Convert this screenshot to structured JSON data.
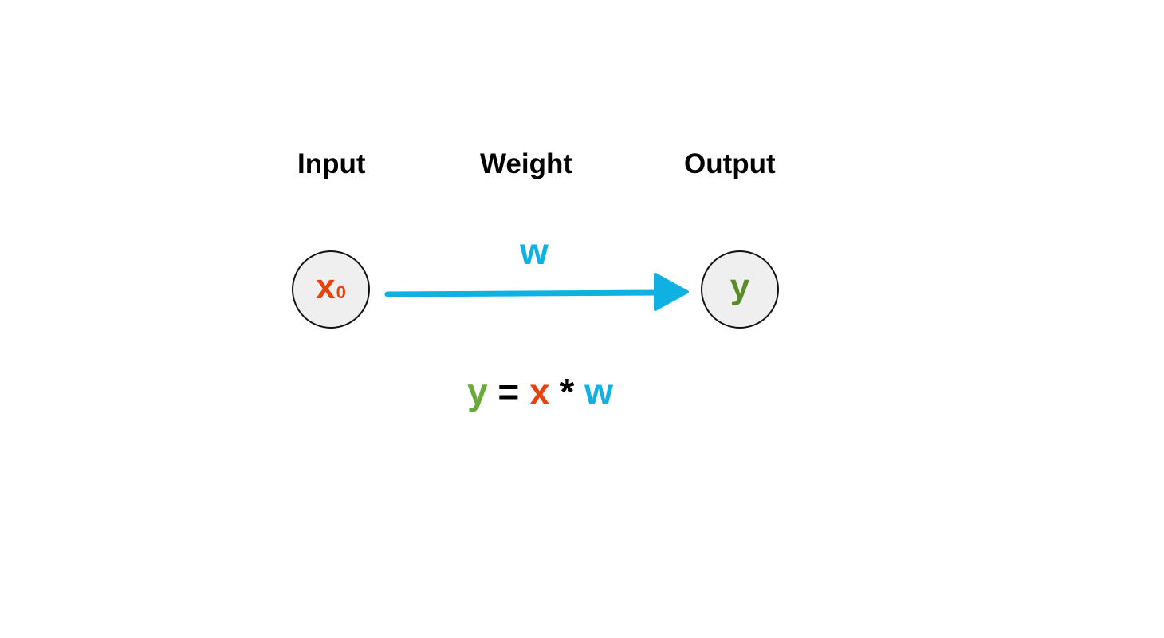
{
  "colors": {
    "x": "#e8420c",
    "w": "#0fb0e2",
    "y_node": "#5a8b2a",
    "y_equation": "#6aaa3a",
    "operator": "#000000"
  },
  "labels": {
    "input": "Input",
    "weight": "Weight",
    "output": "Output"
  },
  "nodes": {
    "input": {
      "symbol": "x",
      "subscript": "0"
    },
    "output": {
      "symbol": "y"
    }
  },
  "edge": {
    "label": "w"
  },
  "equation": {
    "lhs": "y",
    "equals": " = ",
    "x": "x",
    "times": " * ",
    "w": "w"
  }
}
